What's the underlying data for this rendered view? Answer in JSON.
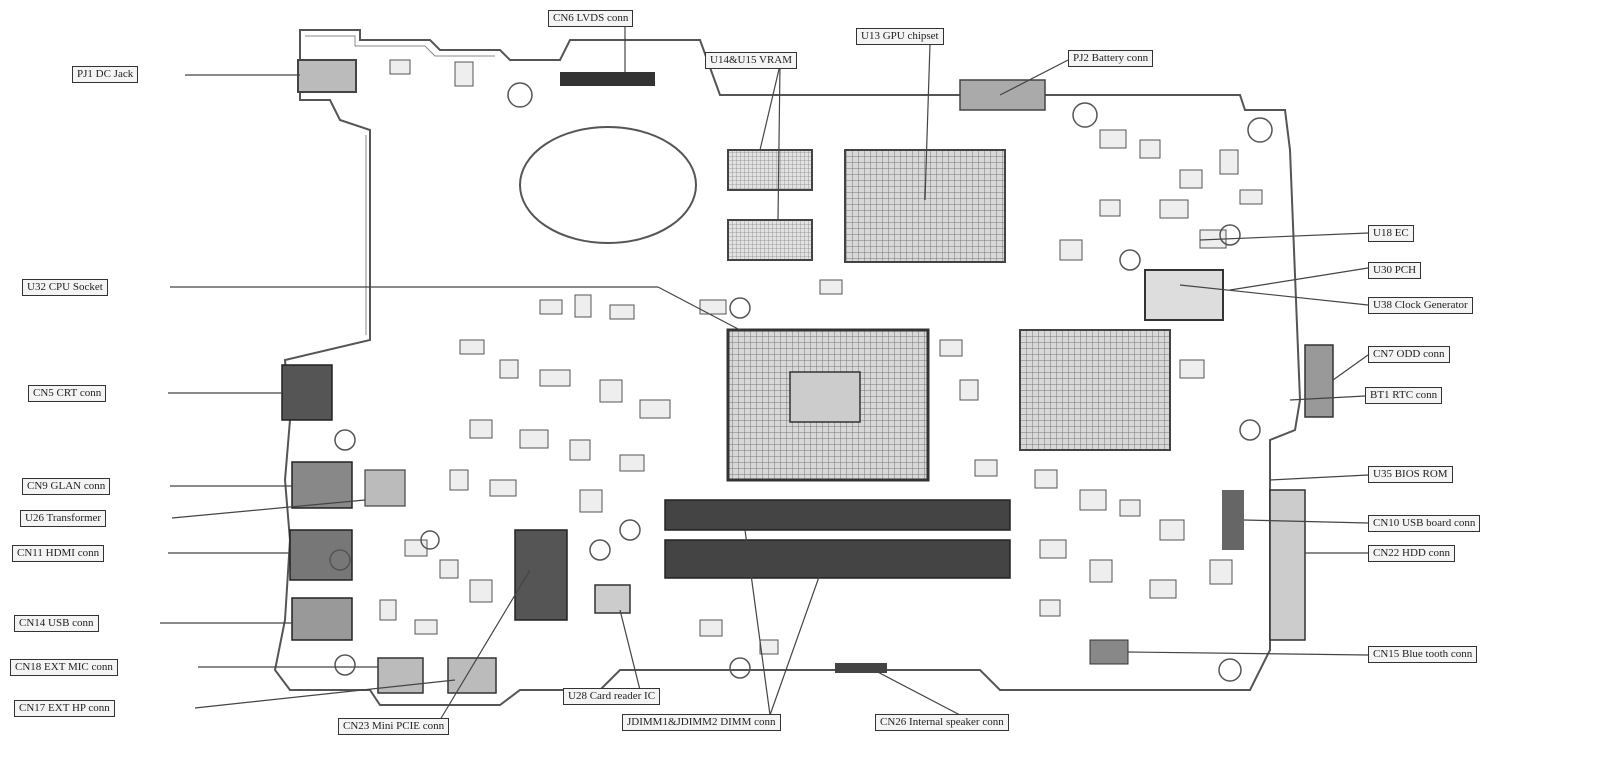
{
  "labels": {
    "pj1": "PJ1 DC Jack",
    "cn6": "CN6 LVDS conn",
    "u14": "U14&U15 VRAM",
    "u13": "U13 GPU chipset",
    "pj2": "PJ2 Battery conn",
    "u32": "U32 CPU Socket",
    "cn5": "CN5 CRT conn",
    "cn9": "CN9 GLAN conn",
    "u26": "U26 Transformer",
    "cn11": "CN11 HDMI conn",
    "cn14": "CN14 USB conn",
    "cn18": "CN18 EXT MIC conn",
    "cn17": "CN17 EXT HP conn",
    "cn23": "CN23 Mini PCIE conn",
    "u28": "U28 Card reader IC",
    "jdimm": "JDIMM1&JDIMM2 DIMM conn",
    "cn26": "CN26 Internal speaker conn",
    "u18": "U18 EC",
    "u30": "U30 PCH",
    "u38": "U38 Clock Generator",
    "cn7": "CN7 ODD conn",
    "bt1": "BT1 RTC conn",
    "u35": "U35 BIOS ROM",
    "cn10": "CN10 USB board conn",
    "cn22": "CN22 HDD conn",
    "cn15": "CN15 Blue tooth conn"
  }
}
